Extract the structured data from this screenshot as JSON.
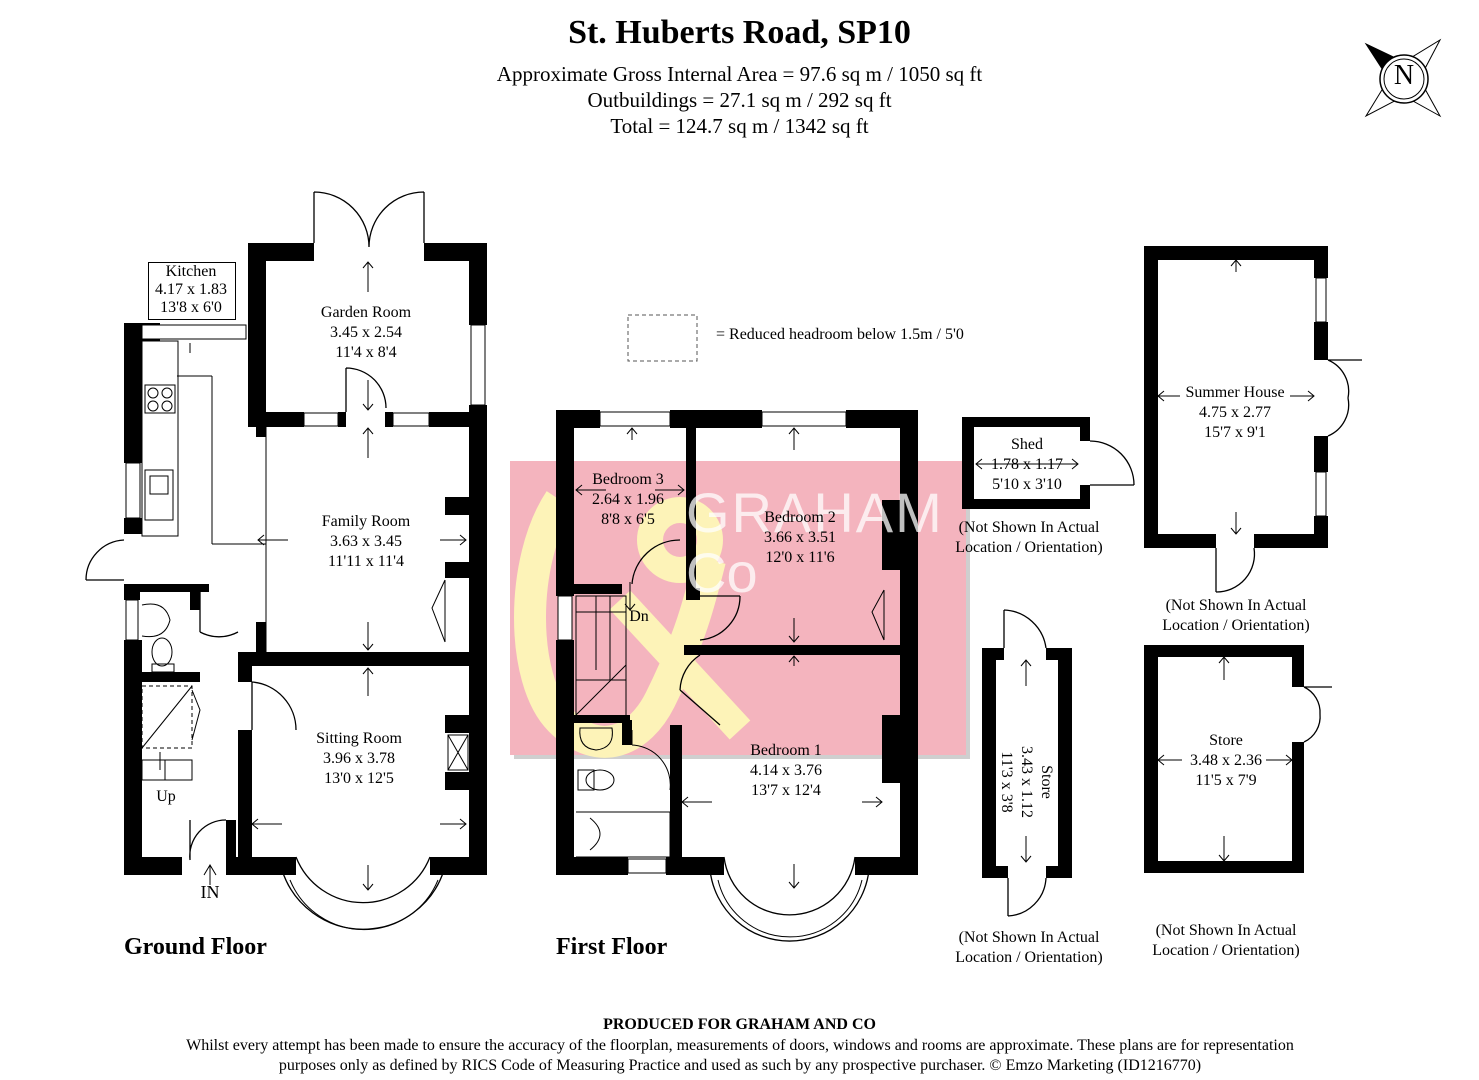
{
  "header": {
    "title": "St. Huberts Road, SP10",
    "area_line1": "Approximate Gross Internal Area = 97.6 sq m / 1050 sq ft",
    "area_line2": "Outbuildings = 27.1 sq m / 292 sq ft",
    "area_line3": "Total = 124.7 sq m / 1342 sq ft"
  },
  "compass": {
    "letter": "N"
  },
  "legend": {
    "text": "=    Reduced headroom below 1.5m / 5'0"
  },
  "watermark": {
    "line1": "GRAHAM",
    "line2": "Co",
    "symbol": "&",
    "color_box": "#f4b4be",
    "color_amp": "#fdf3b8"
  },
  "ground_floor": {
    "label": "Ground Floor",
    "kitchen": {
      "name": "Kitchen",
      "metric": "4.17 x 1.83",
      "imperial": "13'8 x 6'0"
    },
    "garden_room": {
      "name": "Garden Room",
      "metric": "3.45 x 2.54",
      "imperial": "11'4 x 8'4"
    },
    "family_room": {
      "name": "Family Room",
      "metric": "3.63 x 3.45",
      "imperial": "11'11 x 11'4"
    },
    "sitting_room": {
      "name": "Sitting Room",
      "metric": "3.96 x 3.78",
      "imperial": "13'0 x 12'5"
    },
    "up": "Up",
    "entry": "IN"
  },
  "first_floor": {
    "label": "First Floor",
    "bedroom3": {
      "name": "Bedroom 3",
      "metric": "2.64 x 1.96",
      "imperial": "8'8 x 6'5"
    },
    "bedroom2": {
      "name": "Bedroom 2",
      "metric": "3.66 x 3.51",
      "imperial": "12'0 x 11'6"
    },
    "bedroom1": {
      "name": "Bedroom 1",
      "metric": "4.14 x 3.76",
      "imperial": "13'7 x 12'4"
    },
    "down": "Dn"
  },
  "outbuildings": {
    "shed": {
      "name": "Shed",
      "metric": "1.78 x 1.17",
      "imperial": "5'10 x 3'10"
    },
    "store_narrow": {
      "name": "Store",
      "metric": "3.43 x 1.12",
      "imperial": "11'3 x 3'8"
    },
    "summer_house": {
      "name": "Summer House",
      "metric": "4.75 x 2.77",
      "imperial": "15'7 x 9'1"
    },
    "store": {
      "name": "Store",
      "metric": "3.48 x 2.36",
      "imperial": "11'5 x 7'9"
    },
    "note_line1": "(Not Shown In Actual",
    "note_line2": "Location / Orientation)"
  },
  "footer": {
    "heading": "PRODUCED FOR GRAHAM AND CO",
    "disclaimer_line1": "Whilst every attempt has been made to ensure the accuracy of the floorplan, measurements of doors, windows and rooms are approximate. These plans are for representation",
    "disclaimer_line2": "purposes only as defined by RICS Code of Measuring Practice and used as such by any prospective purchaser. © Emzo Marketing (ID1216770)"
  }
}
